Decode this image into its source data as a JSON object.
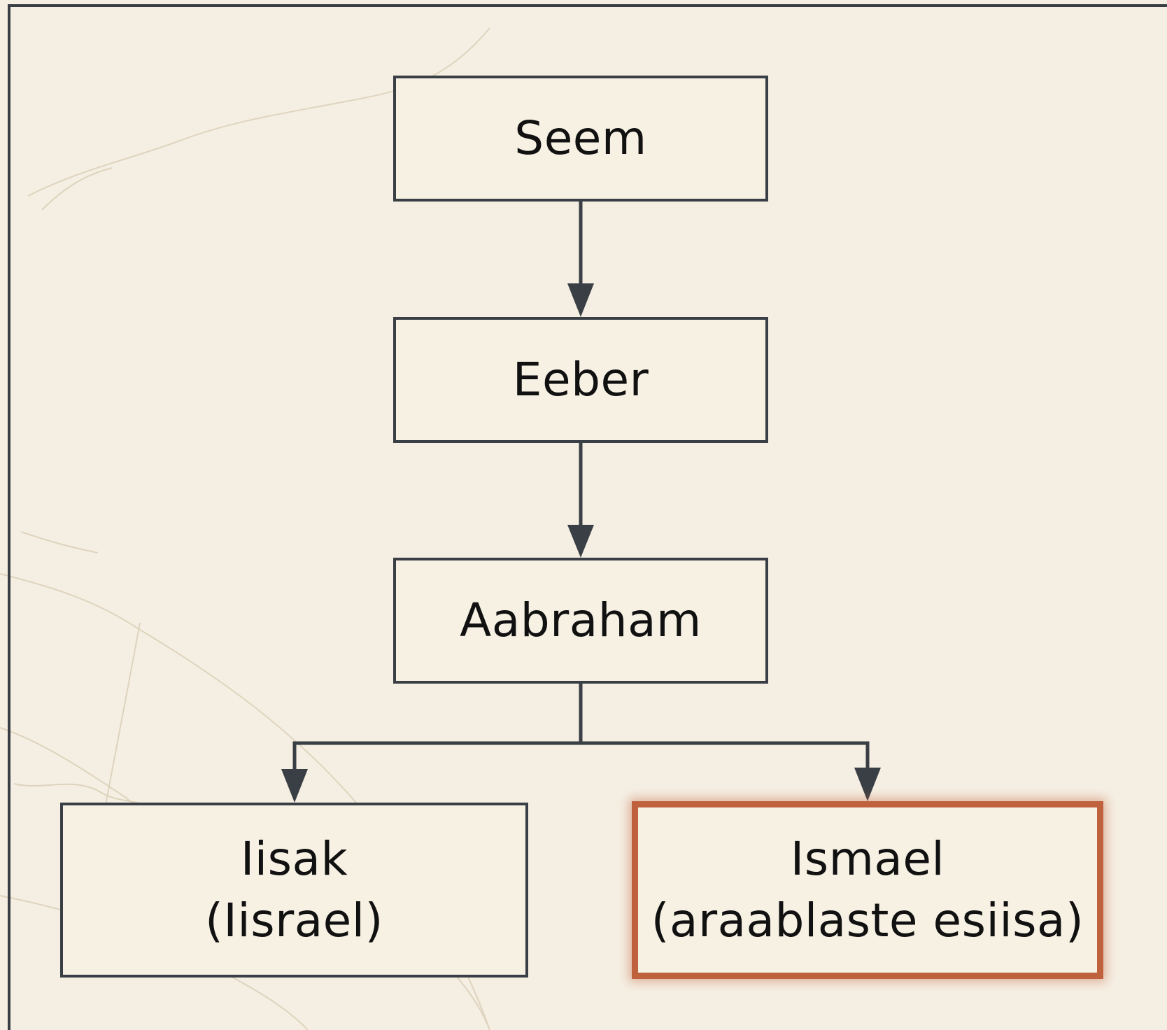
{
  "diagram": {
    "type": "family-tree",
    "highlight_color": "#c0613e",
    "line_color": "#3a3f46",
    "nodes": {
      "seem": {
        "line1": "Seem"
      },
      "eeber": {
        "line1": "Eeber"
      },
      "abraham": {
        "line1": "Aabraham"
      },
      "isaac": {
        "line1": "Iisak",
        "line2": "(Iisrael)"
      },
      "ishmael": {
        "line1": "Ismael",
        "line2": "(araablaste esiisa)",
        "highlighted": true
      }
    },
    "edges": [
      {
        "from": "seem",
        "to": "eeber"
      },
      {
        "from": "eeber",
        "to": "abraham"
      },
      {
        "from": "abraham",
        "to": "isaac"
      },
      {
        "from": "abraham",
        "to": "ishmael"
      }
    ]
  }
}
